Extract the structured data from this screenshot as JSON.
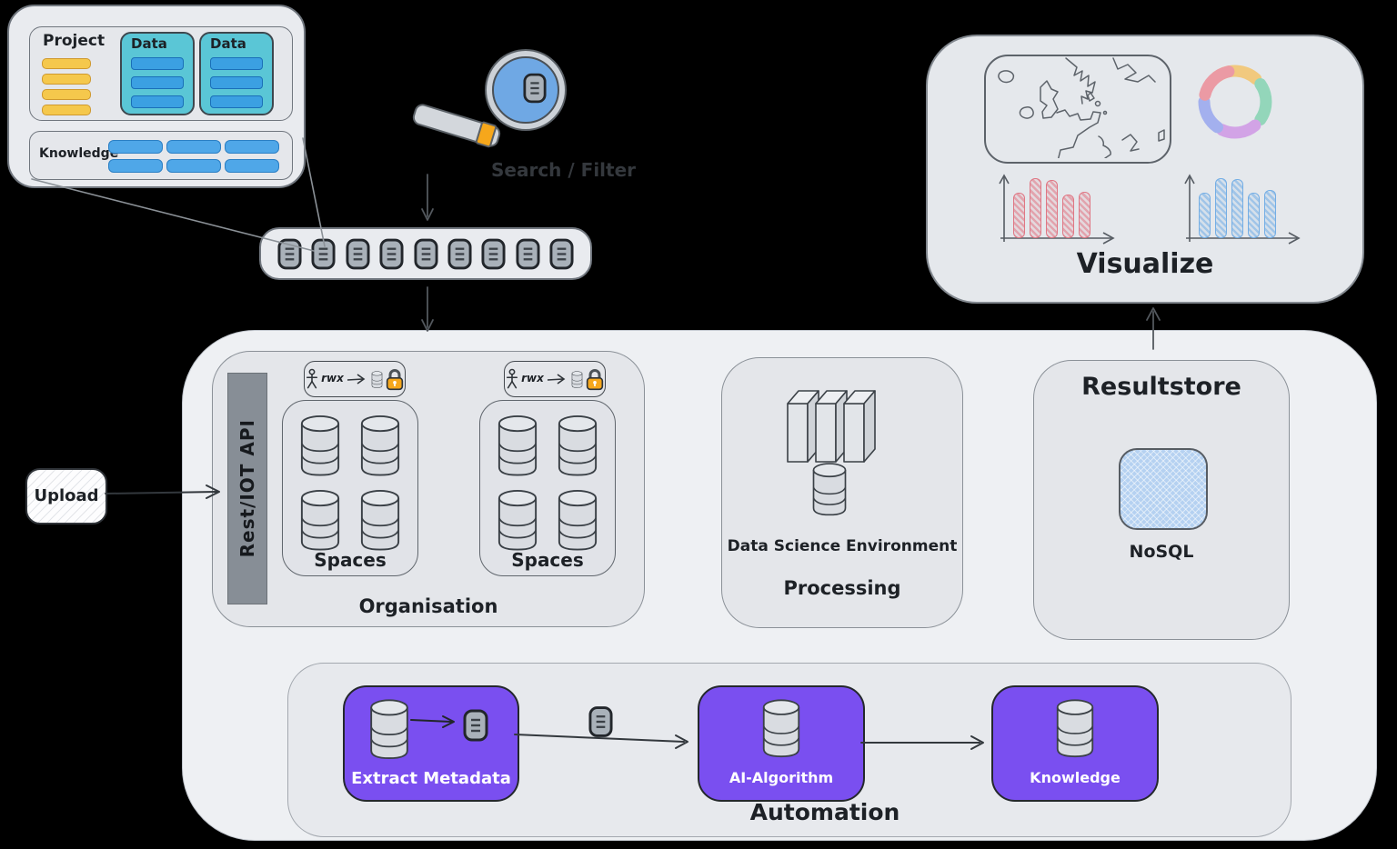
{
  "project_panel": {
    "project_label": "Project",
    "data_boxes": [
      {
        "label": "Data"
      },
      {
        "label": "Data"
      }
    ],
    "knowledge_label": "Knowledge"
  },
  "search": {
    "label": "Search / Filter"
  },
  "ingest": {
    "upload_label": "Upload",
    "api_label": "Rest/IOT API"
  },
  "organisation": {
    "label": "Organisation",
    "spaces": [
      {
        "label": "Spaces",
        "permission": "rwx"
      },
      {
        "label": "Spaces",
        "permission": "rwx"
      }
    ]
  },
  "processing": {
    "environment_label": "Data Science Environment",
    "label": "Processing"
  },
  "resultstore": {
    "title": "Resultstore",
    "database_label": "NoSQL"
  },
  "automation": {
    "label": "Automation",
    "steps": [
      {
        "label": "Extract Metadata"
      },
      {
        "label": "AI-Algorithm"
      },
      {
        "label": "Knowledge"
      }
    ]
  },
  "visualize": {
    "label": "Visualize",
    "bar_charts": [
      {
        "name": "pink-bar-chart",
        "color": "#e07784",
        "values": [
          75,
          100,
          97,
          73,
          78
        ]
      },
      {
        "name": "blue-bar-chart",
        "color": "#74aee5",
        "values": [
          75,
          100,
          99,
          76,
          80
        ]
      }
    ],
    "donut_segment_colors": [
      "#f1c97e",
      "#93d6ba",
      "#d2a3e6",
      "#a3b0ee",
      "#eb9aa4"
    ]
  },
  "colors": {
    "accent_purple": "#7a4ff0",
    "teal": "#5ac6d6",
    "pill_blue": "#3ba0e2",
    "pill_yellow": "#f5c84c",
    "lock_orange": "#f6a71b",
    "container_gray": "#e4e6ea",
    "lens_blue": "#6fa8e4"
  }
}
